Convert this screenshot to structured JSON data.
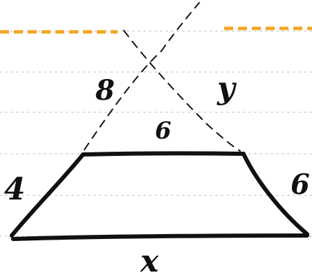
{
  "colors": {
    "ink": "#111111",
    "dashed_accent": "#F5A623",
    "guide_dots": "#D0D0D0",
    "background": "#FFFFFF"
  },
  "labels": {
    "upper_left": "8",
    "upper_right": "y",
    "top_parallel": "6",
    "lower_left": "4",
    "lower_right": "6",
    "base": "x"
  }
}
